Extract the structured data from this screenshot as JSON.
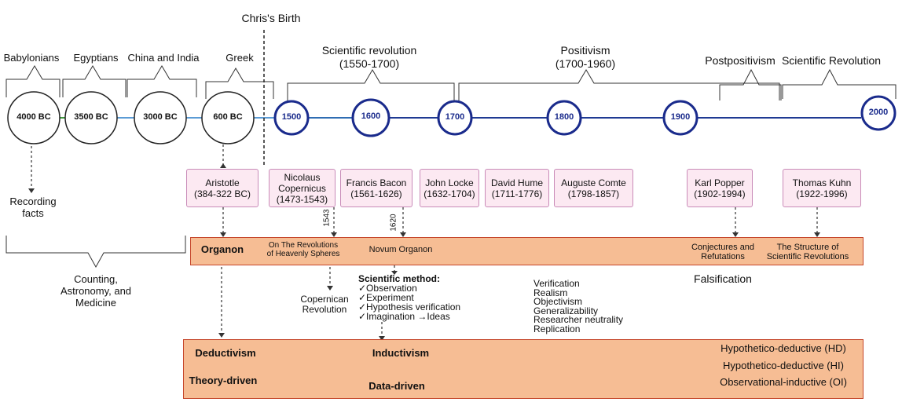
{
  "timeline": {
    "birth_label": "Chris's Birth",
    "eras": [
      {
        "label": "Babylonians",
        "year": "4000 BC"
      },
      {
        "label": "Egyptians",
        "year": "3500 BC"
      },
      {
        "label": "China and India",
        "year": "3000 BC"
      },
      {
        "label": "Greek",
        "year": "600 BC"
      }
    ],
    "years_ad": [
      "1500",
      "1600",
      "1700",
      "1800",
      "1900",
      "2000"
    ],
    "periods": [
      {
        "line1": "Scientific revolution",
        "line2": "(1550-1700)"
      },
      {
        "line1": "Positivism",
        "line2": "(1700-1960)"
      },
      {
        "line1": "Postpositivism",
        "line2": ""
      },
      {
        "line1": "Scientific Revolution",
        "line2": ""
      }
    ]
  },
  "thinkers": [
    {
      "name": "Aristotle",
      "dates": "(384-322 BC)"
    },
    {
      "name": "Nicolaus\nCopernicus",
      "dates": "(1473-1543)"
    },
    {
      "name": "Francis Bacon",
      "dates": "(1561-1626)"
    },
    {
      "name": "John Locke",
      "dates": "(1632-1704)"
    },
    {
      "name": "David Hume",
      "dates": "(1711-1776)"
    },
    {
      "name": "Auguste Comte",
      "dates": "(1798-1857)"
    },
    {
      "name": "Karl Popper",
      "dates": "(1902-1994)"
    },
    {
      "name": "Thomas Kuhn",
      "dates": "(1922-1996)"
    }
  ],
  "left_notes": {
    "recording": "Recording\nfacts",
    "counting": "Counting,\nAstronomy, and\nMedicine"
  },
  "arrow_years": {
    "copernicus": "1543",
    "bacon": "1620"
  },
  "works_band": {
    "organon": "Organon",
    "revolutions": "On The Revolutions\nof Heavenly Spheres",
    "novum": "Novum Organon",
    "conjectures": "Conjectures and\nRefutations",
    "structure": "The Structure of\nScientific Revolutions"
  },
  "middle": {
    "copernican": "Copernican\nRevolution",
    "method_title": "Scientific method:",
    "method_items": [
      "✓Observation",
      "✓Experiment",
      "✓Hypothesis verification",
      "✓Imagination →Ideas"
    ],
    "positivism_principles": [
      "Verification",
      "Realism",
      "Objectivism",
      "Generalizability",
      "Researcher neutrality",
      "Replication"
    ],
    "falsification": "Falsification"
  },
  "approaches_band": {
    "deductivism": "Deductivism",
    "theory_driven": "Theory-driven",
    "inductivism": "Inductivism",
    "data_driven": "Data-driven",
    "hd": "Hypothetico-deductive (HD)",
    "hi": "Hypothetico-deductive (HI)",
    "oi": "Observational-inductive (OI)"
  },
  "colors": {
    "ad_circle_border": "#1a2b8c",
    "line_light": "#5b9bd5",
    "line_dark": "#1f3a93",
    "band_fill": "#f6bd94",
    "band_border": "#c5462a",
    "person_fill": "#fce9f2",
    "person_border": "#c98bb8"
  }
}
